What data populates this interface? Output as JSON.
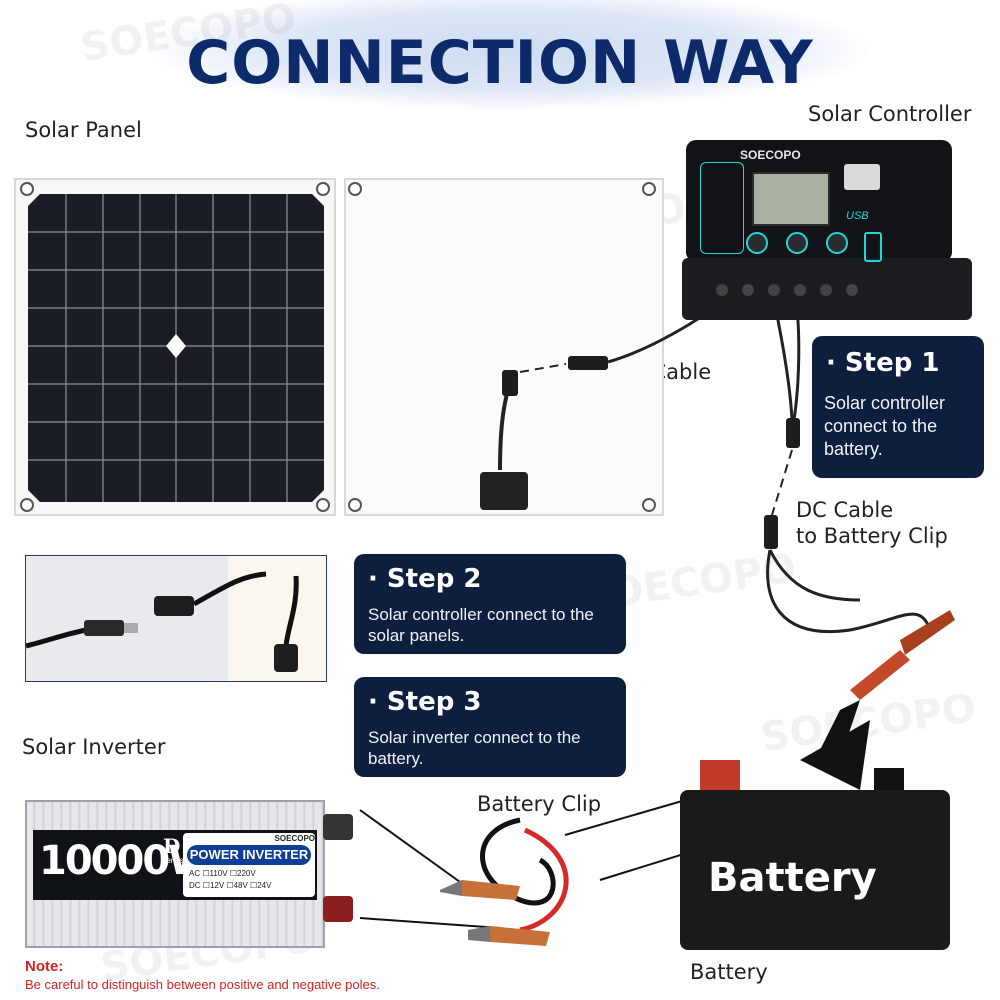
{
  "header": {
    "title": "CONNECTION WAY"
  },
  "labels": {
    "solar_panel": "Solar Panel",
    "solar_controller": "Solar Controller",
    "dc_cable": "DC Cable",
    "dc_cable_battery_clip": [
      "DC Cable",
      "to Battery Clip"
    ],
    "solar_inverter": "Solar Inverter",
    "battery_clip": "Battery Clip",
    "battery": "Battery"
  },
  "steps": [
    {
      "title": "· Step 1",
      "text": [
        "Solar controller",
        "connect to the",
        "battery."
      ]
    },
    {
      "title": "· Step 2",
      "text": [
        "Solar controller connect to the",
        "solar panels."
      ]
    },
    {
      "title": "· Step 3",
      "text": [
        "Solar inverter connect to the",
        "battery."
      ]
    }
  ],
  "controller": {
    "brand": "SOECOPO",
    "usb": "USB"
  },
  "inverter": {
    "wattage": "10000W",
    "series": "D",
    "series_sub": "Series",
    "brand": "SOECOPO",
    "product": "POWER INVERTER",
    "ac_line": "AC ☐110V ☐220V",
    "dc_line": "DC ☐12V ☐48V ☐24V"
  },
  "battery_unit": {
    "label": "Battery"
  },
  "note": {
    "title": "Note:",
    "text": "Be careful to distinguish between positive and negative poles."
  },
  "watermark": "SOECOPO",
  "colors": {
    "title": "#0d2a6b",
    "step_box": "#0e1e3f",
    "note": "#d42424",
    "wire_red": "#d62a2a"
  }
}
